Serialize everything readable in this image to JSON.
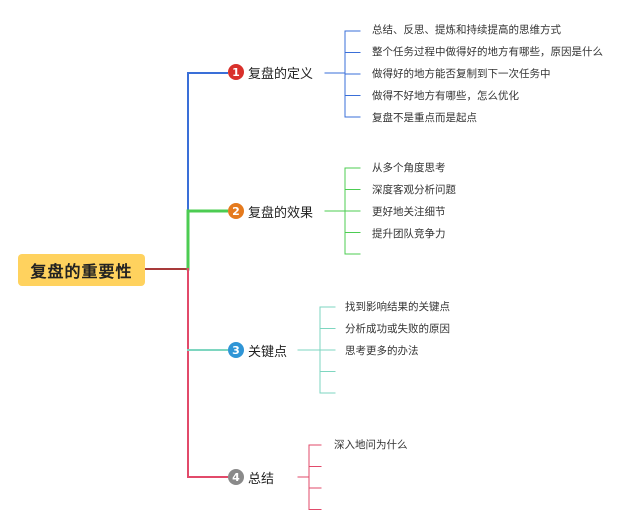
{
  "root": {
    "label": "复盘的重要性"
  },
  "branches": [
    {
      "number": "1",
      "label": "复盘的定义",
      "color": "#3a6fd8",
      "badge_color": "#d9302b",
      "children": [
        "总结、反思、提炼和持续提高的思维方式",
        "整个任务过程中做得好的地方有哪些，原因是什么",
        "做得好的地方能否复制到下一次任务中",
        "做得不好地方有哪些，怎么优化",
        "复盘不是重点而是起点"
      ]
    },
    {
      "number": "2",
      "label": "复盘的效果",
      "color": "#4ccc52",
      "badge_color": "#e57a1d",
      "children": [
        "从多个角度思考",
        "深度客观分析问题",
        "更好地关注细节",
        "提升团队竞争力",
        ""
      ]
    },
    {
      "number": "3",
      "label": "关键点",
      "color": "#7ed6c0",
      "badge_color": "#2f95d6",
      "children": [
        "找到影响结果的关键点",
        "分析成功或失败的原因",
        "思考更多的办法",
        "",
        ""
      ]
    },
    {
      "number": "4",
      "label": "总结",
      "color": "#e24a6a",
      "badge_color": "#8a8a8a",
      "children": [
        "深入地问为什么",
        "",
        "",
        ""
      ]
    }
  ],
  "root_edge_color": "#a83a3a"
}
